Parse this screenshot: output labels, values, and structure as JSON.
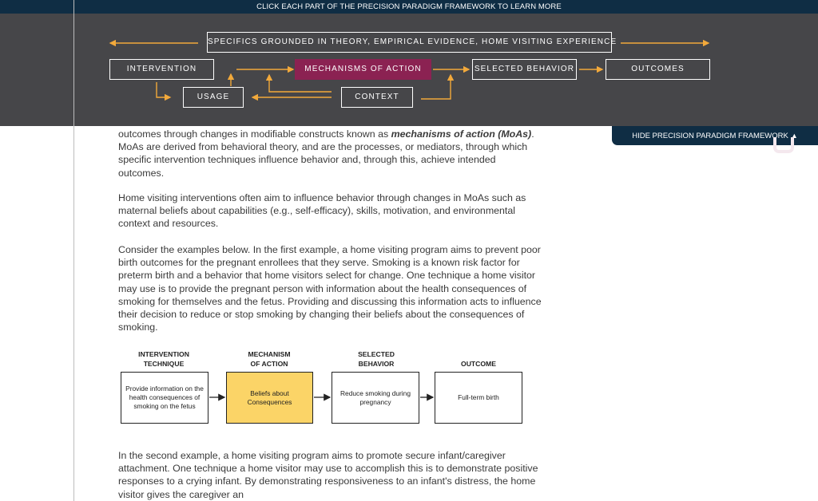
{
  "framework": {
    "banner": "CLICK EACH PART OF THE PRECISION PARADIGM FRAMEWORK TO LEARN MORE",
    "specifics": "SPECIFICS GROUNDED IN THEORY, EMPIRICAL EVIDENCE, HOME VISITING EXPERIENCE",
    "intervention": "INTERVENTION",
    "mechanisms": "MECHANISMS OF ACTION",
    "selected_behavior": "SELECTED BEHAVIOR",
    "outcomes": "OUTCOMES",
    "usage": "USAGE",
    "context": "CONTEXT",
    "hide_label": "HIDE PRECISION PARADIGM FRAMEWORK",
    "colors": {
      "bg": "#464649",
      "banner": "#0f2d44",
      "active": "#8b2252",
      "arrow": "#f2a93b"
    }
  },
  "article": {
    "p1_before": "outcomes through changes in modifiable constructs known as ",
    "p1_em": "mechanisms of action (MoAs)",
    "p1_after": ". MoAs are derived from behavioral theory, and are the processes, or mediators, through which specific intervention techniques influence behavior and, through this, achieve intended outcomes.",
    "p2": "Home visiting interventions often aim to influence behavior through changes in MoAs such as maternal beliefs about capabilities (e.g., self-efficacy), skills, motivation, and environmental context and resources.",
    "p3": "Consider the examples below. In the first example, a home visiting program aims to prevent poor birth outcomes for the pregnant enrollees that they serve. Smoking is a known risk factor for preterm birth and a behavior that home visitors select for change. One technique a home visitor may use is to provide the pregnant person with information about the health consequences of smoking for themselves and the fetus. Providing and discussing this information acts to influence their decision to reduce or stop smoking by changing their beliefs about the consequences of smoking.",
    "p4": "In the second example, a home visiting program aims to promote secure infant/caregiver attachment. One technique a home visitor may use to accomplish this is to demonstrate positive responses to a crying infant. By demonstrating responsiveness to an infant's distress, the home visitor gives the caregiver an"
  },
  "example": {
    "h1_line1": "INTERVENTION",
    "h1_line2": "TECHNIQUE",
    "h2_line1": "MECHANISM",
    "h2_line2": "OF ACTION",
    "h3_line1": "SELECTED",
    "h3_line2": "BEHAVIOR",
    "h4": "OUTCOME",
    "b1": "Provide information on the health consequences of smoking on the fetus",
    "b2": "Beliefs about Consequences",
    "b3": "Reduce smoking during pregnancy",
    "b4": "Full-term birth",
    "highlight_color": "#fbd467"
  }
}
